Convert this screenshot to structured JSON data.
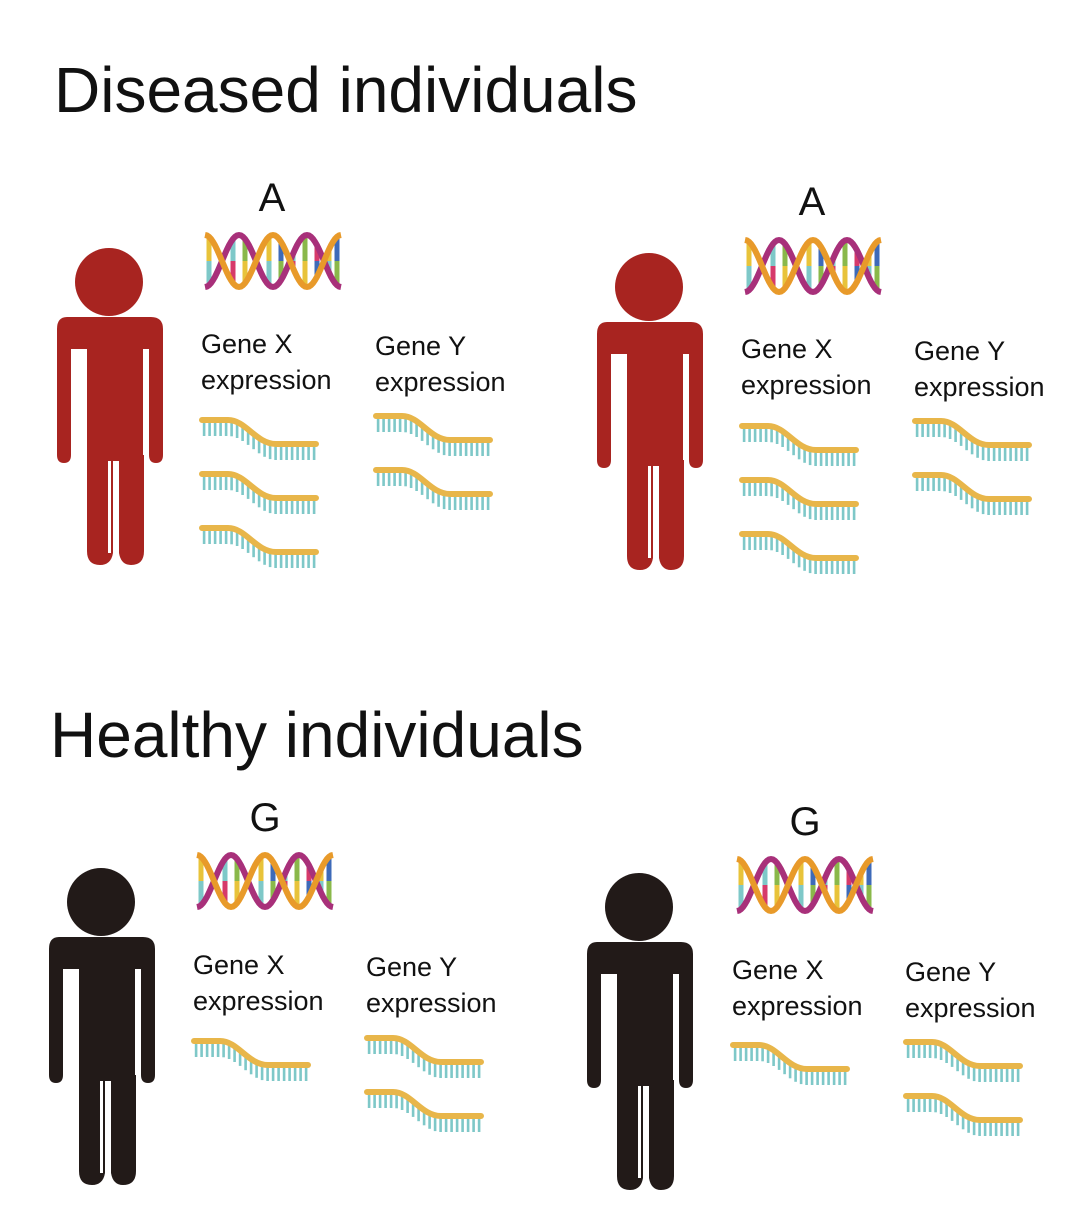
{
  "sections": {
    "diseased": {
      "title": "Diseased individuals"
    },
    "healthy": {
      "title": "Healthy individuals"
    }
  },
  "gene_x": {
    "label_line1": "Gene X",
    "label_line2": "expression"
  },
  "gene_y": {
    "label_line1": "Gene Y",
    "label_line2": "expression"
  },
  "individuals": [
    {
      "group": "diseased",
      "allele": "A",
      "gene_x_copies": 3,
      "gene_y_copies": 2,
      "body_color": "#a82420"
    },
    {
      "group": "diseased",
      "allele": "A",
      "gene_x_copies": 3,
      "gene_y_copies": 2,
      "body_color": "#a82420"
    },
    {
      "group": "healthy",
      "allele": "G",
      "gene_x_copies": 1,
      "gene_y_copies": 2,
      "body_color": "#221a18"
    },
    {
      "group": "healthy",
      "allele": "G",
      "gene_x_copies": 1,
      "gene_y_copies": 2,
      "body_color": "#221a18"
    }
  ],
  "colors": {
    "rna_backbone": "#e8b64a",
    "rna_bases": "#7ec8c8",
    "dna_backbone_a": "#a8307a",
    "dna_backbone_b": "#e89a2a",
    "dna_rung_colors": [
      "#e8c33a",
      "#3e6ab8",
      "#7ec8c8",
      "#8ab84a",
      "#d63a6a"
    ]
  }
}
